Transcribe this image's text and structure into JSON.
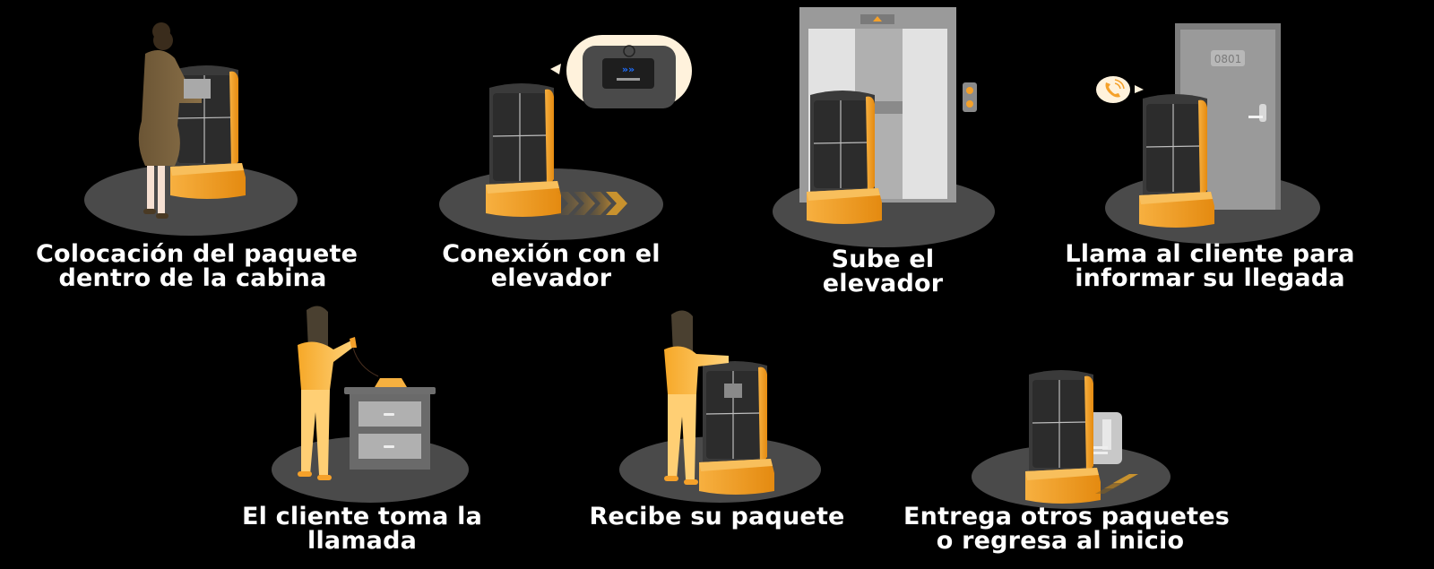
{
  "colors": {
    "background": "#000000",
    "floor": "#4a4a4a",
    "robot_orange": "#f5a12a",
    "robot_body": "#3a3a3a",
    "text": "#ffffff"
  },
  "steps": [
    {
      "id": 1,
      "caption_line1": "Colocación del paquete",
      "caption_line2": "dentro de la cabina",
      "illustration": "woman-loading-package-into-robot"
    },
    {
      "id": 2,
      "caption_line1": "Conexión con el",
      "caption_line2": "elevador",
      "illustration": "robot-connecting-to-elevator",
      "callout": "robot-screen-with-arrows"
    },
    {
      "id": 3,
      "caption_line1": "Sube el",
      "caption_line2": "elevador",
      "illustration": "robot-entering-elevator"
    },
    {
      "id": 4,
      "caption_line1": "Llama al cliente para",
      "caption_line2": "informar su llegada",
      "illustration": "robot-at-door",
      "door_number": "0801",
      "callout": "phone-call-icon"
    },
    {
      "id": 5,
      "caption_line1": "El cliente toma la",
      "caption_line2": "llamada",
      "illustration": "woman-answering-phone"
    },
    {
      "id": 6,
      "caption_line1": "Recibe su paquete",
      "caption_line2": "",
      "illustration": "woman-receiving-package"
    },
    {
      "id": 7,
      "caption_line1": "Entrega otros paquetes",
      "caption_line2": "o regresa al inicio",
      "illustration": "robot-returning-to-dock"
    }
  ]
}
